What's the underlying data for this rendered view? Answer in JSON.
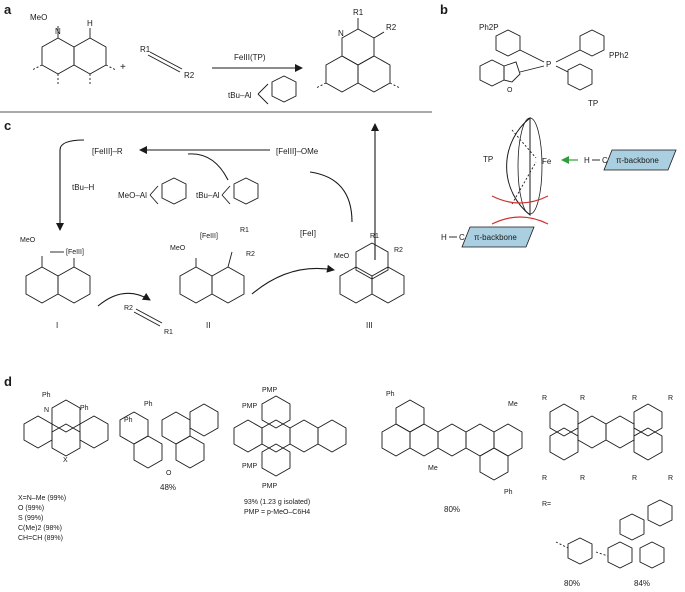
{
  "panels": {
    "a": "a",
    "b": "b",
    "c": "c",
    "d": "d"
  },
  "panel_a": {
    "substrate_label": "MeO",
    "substrate_N": "N",
    "substrate_H": "H",
    "plus": "+",
    "alkyne_r1": "R1",
    "alkyne_r2": "R2",
    "catalyst": "FeIII(TP)",
    "reagent": "tBu–Al",
    "product_N": "N",
    "product_r1": "R1",
    "product_r2": "R2"
  },
  "panel_b": {
    "ligand_name": "TP",
    "ph2p_left": "Ph2P",
    "pph2_right": "PPh2",
    "p_center": "P",
    "o_label": "O",
    "tp_in_model": "TP",
    "fe_in_model": "Fe",
    "h_right": "H",
    "c_right": "C",
    "backbone_right": "π-backbone",
    "h_left": "H",
    "c_left": "C",
    "backbone_left": "π-backbone"
  },
  "panel_c": {
    "fe_r": "[FeIII]–R",
    "fe_ome": "[FeIII]–OMe",
    "tbu_h": "tBu–H",
    "meo_al": "MeO–Al",
    "tbu_al": "tBu–Al",
    "fe_i": "[FeI]",
    "int_I_label": "I",
    "int_II_label": "II",
    "int_III_label": "III",
    "int_I_meo": "MeO",
    "int_I_fe": "[FeIII]",
    "int_II_meo": "MeO",
    "int_II_fe": "[FeIII]",
    "int_II_r1": "R1",
    "int_II_r2": "R2",
    "int_III_meo": "MeO",
    "int_III_r1": "R1",
    "int_III_r2": "R2",
    "alkyne_r1": "R1",
    "alkyne_r2": "R2"
  },
  "panel_d": {
    "c1_yields": [
      "X=N–Me (99%)",
      "O (99%)",
      "S (99%)",
      "C(Me)2 (98%)",
      "CH=CH (89%)"
    ],
    "c1_x": "X",
    "c2_yield": "48%",
    "c3_yield": "93% (1.23 g isolated)",
    "c3_pmp": "PMP = p-MeO–C6H4",
    "c4_yield": "80%",
    "c5_r_eq": "R=",
    "c5_yield_a": "80%",
    "c5_yield_b": "84%",
    "ph": "Ph",
    "pmp": "PMP",
    "me": "Me",
    "n": "N",
    "o": "O",
    "r": "R"
  }
}
